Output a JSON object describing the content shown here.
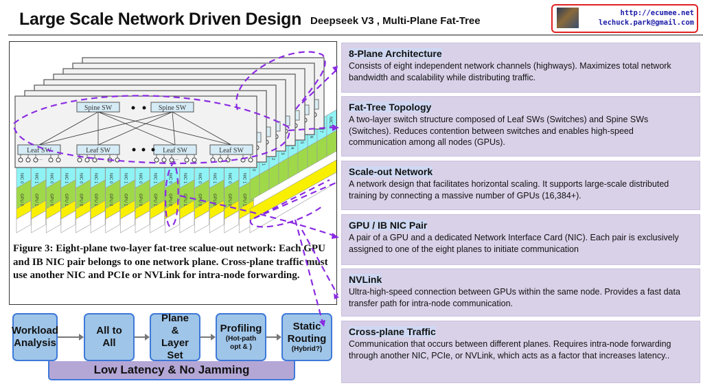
{
  "header": {
    "title": "Large Scale Network Driven Design",
    "subtitle": "Deepseek V3 , Multi-Plane Fat-Tree",
    "url": "http://ecumee.net",
    "email": "lechuck.park@gmail.com"
  },
  "figure": {
    "spine_label": "Spine SW",
    "leaf_label": "Leaf SW",
    "nic_labels": [
      "NIC 0",
      "NIC 1",
      "NIC 2",
      "NIC 3",
      "NIC 4",
      "NIC 5",
      "NIC 6",
      "NIC 7",
      "NIC 8"
    ],
    "gpu_labels": [
      "GPU 0",
      "GPU 1"
    ],
    "caption": "Figure 3: Eight-plane two-layer fat-tree scalue-out network: Each GPU and IB NIC pair belongs to one network plane. Cross-plane traffic must use another NIC and PCIe or NVLink for intra-node forwarding.",
    "colors": {
      "nic": "#8ff3f5",
      "gpu": "#9fd94a",
      "nvlink": "#f8f000",
      "accent": "#8a2be2"
    }
  },
  "flow": {
    "steps": [
      {
        "main": "Workload Analysis",
        "sub": ""
      },
      {
        "main": "All to All",
        "sub": ""
      },
      {
        "main": "Plane & Layer Set",
        "sub": ""
      },
      {
        "main": "Profiling",
        "sub": "(Hot-path opt & )"
      },
      {
        "main": "Static Routing",
        "sub": "(Hybrid?)"
      }
    ],
    "footer": "Low Latency & No Jamming"
  },
  "cards": [
    {
      "title": "8-Plane Architecture",
      "body": "Consists of eight independent network channels (highways). Maximizes total network bandwidth and scalability while distributing traffic."
    },
    {
      "title": "Fat-Tree Topology",
      "body": "A two-layer switch structure composed of Leaf SWs (Switches) and Spine SWs (Switches). Reduces contention between switches and enables high-speed communication among all nodes (GPUs)."
    },
    {
      "title": "Scale-out Network",
      "body": "A network design that facilitates horizontal scaling. It supports large-scale distributed training by connecting a massive number of GPUs (16,384+)."
    },
    {
      "title": "GPU / IB NIC Pair",
      "body": "A pair of a GPU and a dedicated Network Interface Card (NIC). Each pair is exclusively assigned to one of the eight planes to initiate communication"
    },
    {
      "title": "NVLink",
      "body": "Ultra-high-speed connection between GPUs within the same node. Provides a fast data transfer path for intra-node communication."
    },
    {
      "title": "Cross-plane Traffic",
      "body": "Communication that occurs between different planes. Requires intra-node forwarding through another NIC, PCIe, or NVLink, which acts as a factor that increases latency.."
    }
  ]
}
